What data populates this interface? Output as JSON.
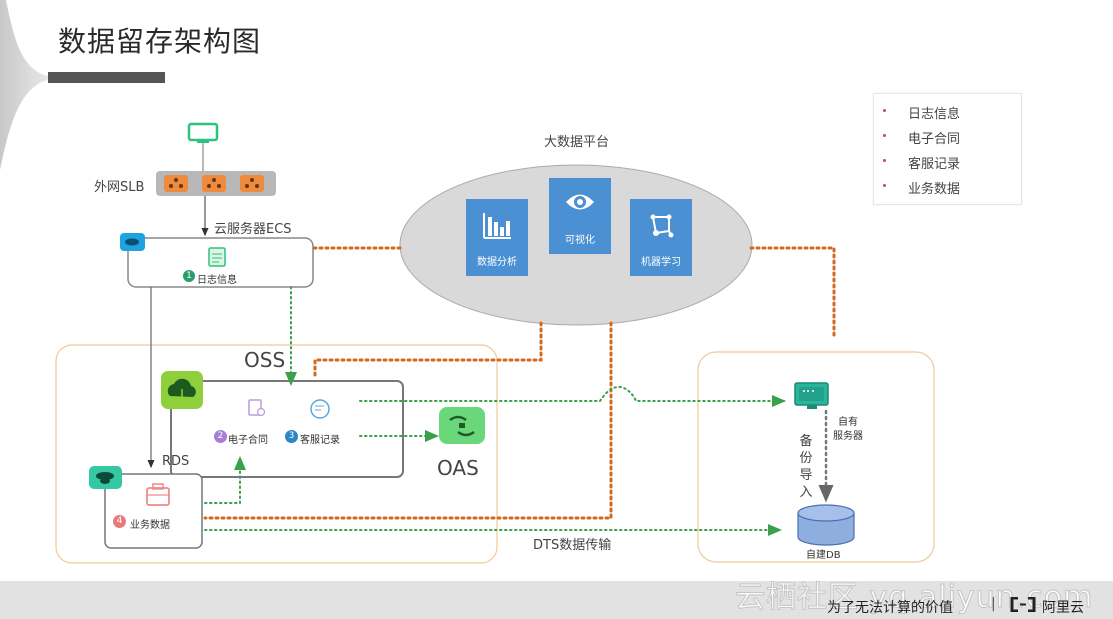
{
  "title": "数据留存架构图",
  "legend": {
    "items": [
      "日志信息",
      "电子合同",
      "客服记录",
      "业务数据"
    ],
    "bullet_color": "#c8465a"
  },
  "internet": {
    "label": "外网SLB",
    "icon": "monitor-icon",
    "lb_icons": [
      "load-balancer-icon",
      "load-balancer-icon",
      "load-balancer-icon"
    ]
  },
  "ecs": {
    "label": "云服务器ECS",
    "item": {
      "number": "1",
      "label": "日志信息",
      "icon": "notepad-icon"
    }
  },
  "big_data": {
    "label": "大数据平台",
    "tiles": [
      {
        "label": "数据分析",
        "icon": "bar-chart-icon"
      },
      {
        "label": "可视化",
        "icon": "eye-icon"
      },
      {
        "label": "机器学习",
        "icon": "network-icon"
      }
    ]
  },
  "oss": {
    "label": "OSS",
    "items": [
      {
        "number": "2",
        "label": "电子合同",
        "icon": "contract-icon"
      },
      {
        "number": "3",
        "label": "客服记录",
        "icon": "chat-icon"
      }
    ]
  },
  "rds": {
    "label": "RDS",
    "item": {
      "number": "4",
      "label": "业务数据",
      "icon": "briefcase-icon"
    }
  },
  "oas": {
    "label": "OAS"
  },
  "self_hosted": {
    "server_label_line1": "自有",
    "server_label_line2": "服务器",
    "backup_label": [
      "备",
      "份",
      "导",
      "入"
    ],
    "db_label": "自建DB"
  },
  "dts_label": "DTS数据传输",
  "footer": {
    "slogan": "为了无法计算的价值",
    "separator": "|",
    "brand": "阿里云",
    "watermark": "云栖社区 yq.aliyun.com"
  },
  "colors": {
    "orange_dotted": "#d2691e",
    "green_dotted": "#3aa04a",
    "zone_border": "#f3c898",
    "tile_blue": "#4a90d2",
    "ellipse_fill": "#d9d9d9",
    "badge_green": "#2a9d6a",
    "badge_purple": "#a67ed8",
    "badge_blue": "#2b86c5",
    "badge_red": "#e77b7b"
  }
}
